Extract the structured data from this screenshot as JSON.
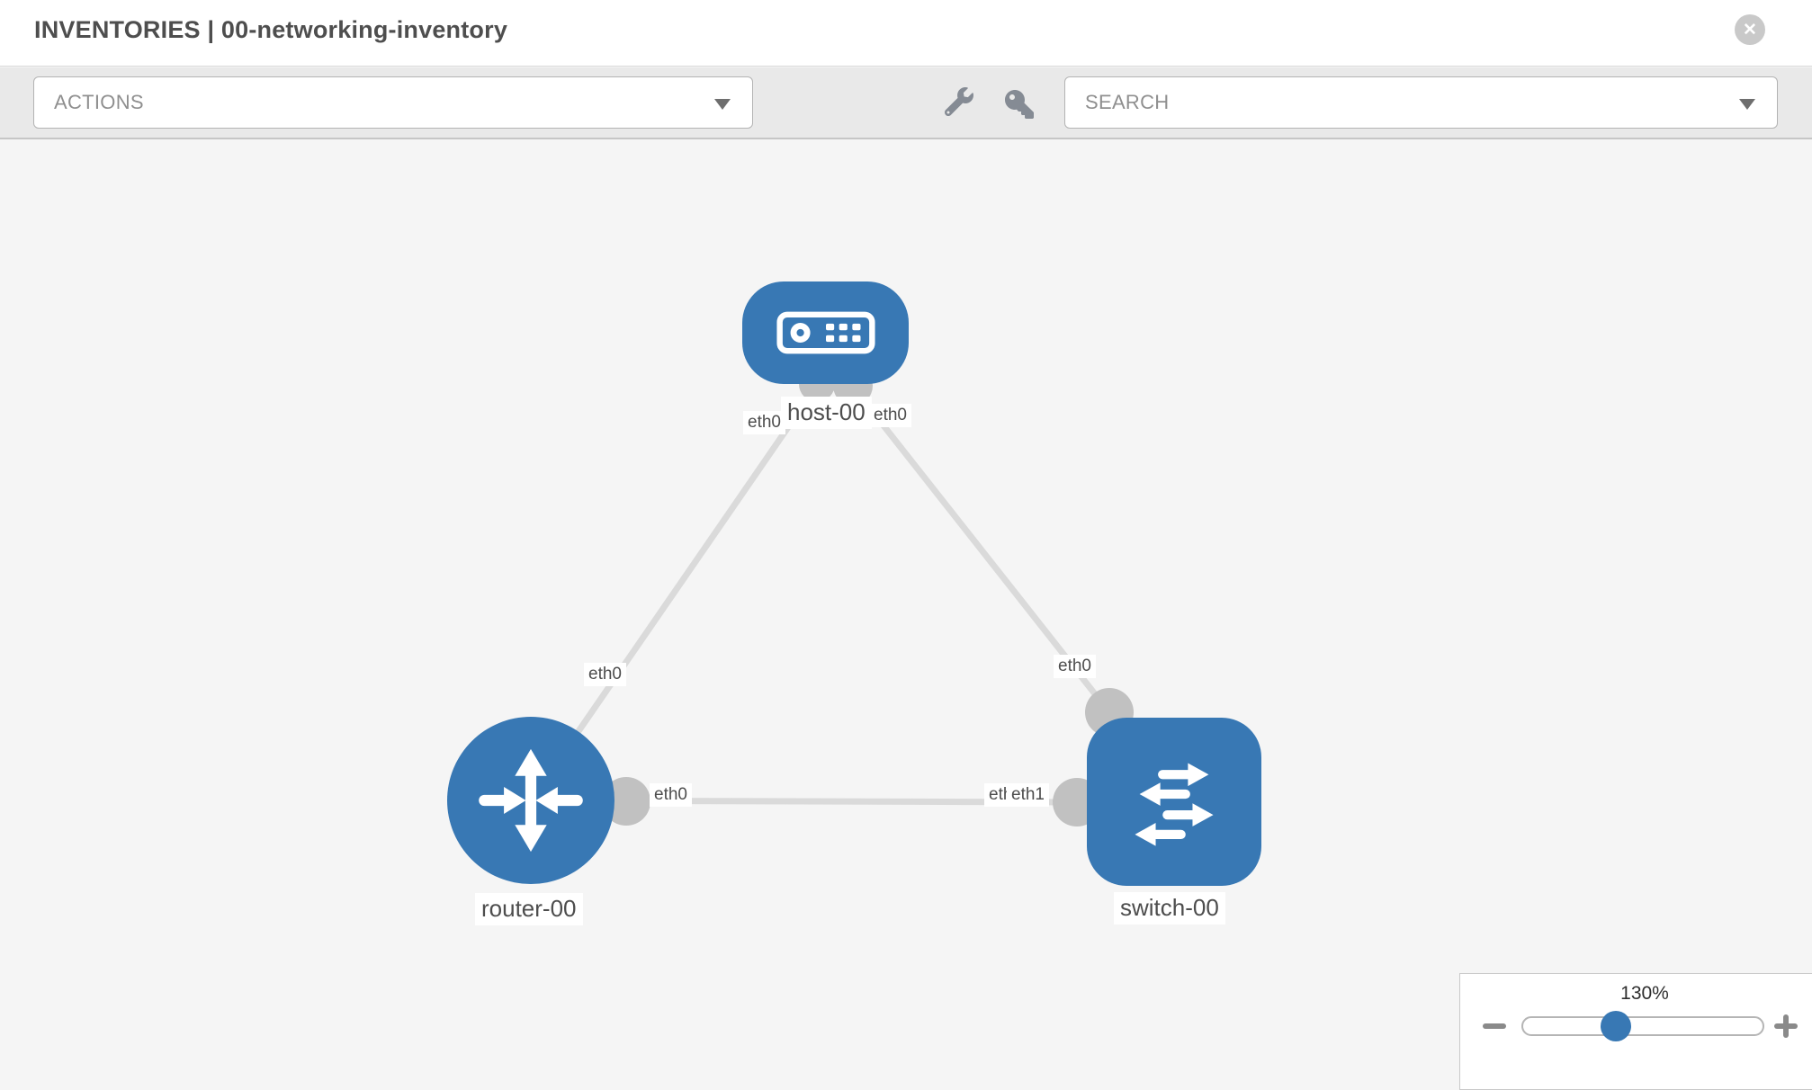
{
  "header": {
    "title": "INVENTORIES | 00-networking-inventory"
  },
  "toolbar": {
    "actions_label": "ACTIONS",
    "search_label": "SEARCH",
    "icons": [
      "wrench-icon",
      "key-icon"
    ]
  },
  "topology": {
    "nodes": [
      {
        "label": "host-00",
        "type": "host"
      },
      {
        "label": "router-00",
        "type": "router"
      },
      {
        "label": "switch-00",
        "type": "switch"
      }
    ],
    "iface_labels": [
      {
        "text": "eth0",
        "at": "host-left"
      },
      {
        "text": "eth0",
        "at": "host-right"
      },
      {
        "text": "eth0",
        "at": "router-top"
      },
      {
        "text": "eth0",
        "at": "router-right"
      },
      {
        "text": "eth1",
        "at": "switch-left-back"
      },
      {
        "text": "eth1",
        "at": "switch-left-front"
      },
      {
        "text": "eth0",
        "at": "switch-top"
      }
    ],
    "links": [
      {
        "from": "router-00",
        "to": "host-00"
      },
      {
        "from": "host-00",
        "to": "switch-00"
      },
      {
        "from": "router-00",
        "to": "switch-00"
      }
    ],
    "colors": {
      "node_blue": "#3878b4",
      "link_gray": "#dadada",
      "port_gray": "#c1c1c1"
    }
  },
  "zoom_control": {
    "level": "130%",
    "minus_label": "",
    "plus_label": ""
  }
}
